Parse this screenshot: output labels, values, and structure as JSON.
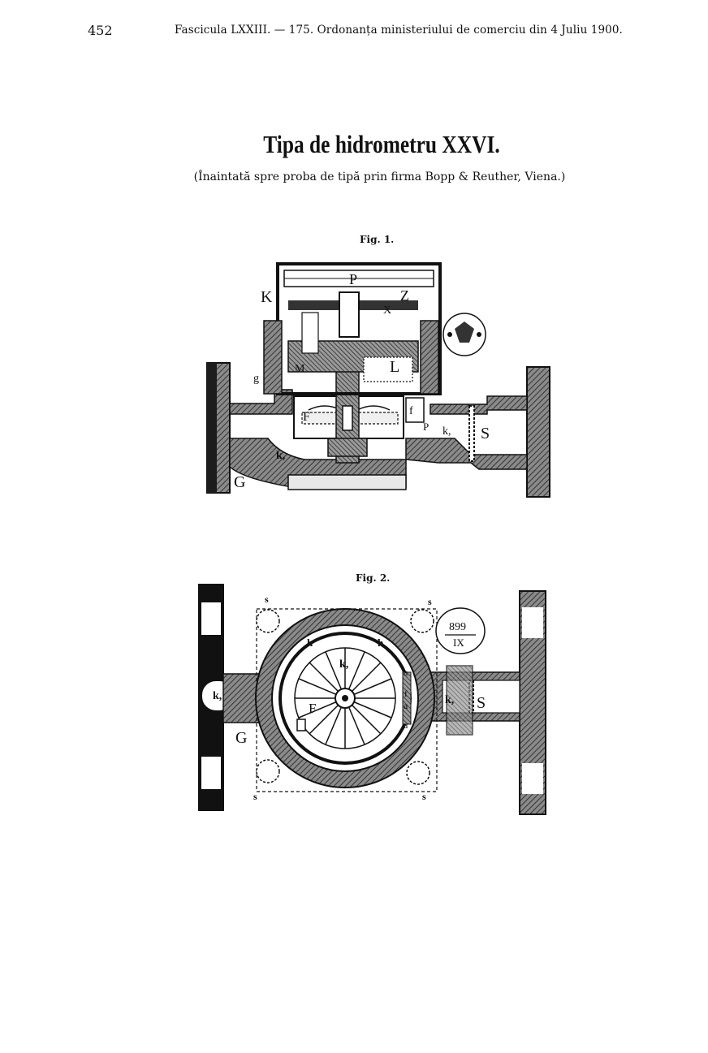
{
  "header": {
    "page_number": "452",
    "running_head": "Fascicula LXXIII. — 175. Ordonanța ministeriului de comerciu din 4 Juliu 1900."
  },
  "title": "Tipa de hidrometru XXVI.",
  "subtitle": "(Înaintată spre proba de tipă prin firma Bopp & Reuther, Viena.)",
  "figures": [
    {
      "label": "Fig. 1.",
      "letters": {
        "K": "K",
        "P": "P",
        "Z": "Z",
        "X": "X",
        "L": "L",
        "M": "M",
        "g": "g",
        "F": "F",
        "f": "f",
        "p": "P",
        "k1": "k,",
        "k2": "k,",
        "S": "S",
        "G": "G"
      }
    },
    {
      "label": "Fig. 2.",
      "stamp_top": "899",
      "stamp_bottom": "IX",
      "letters": {
        "s1": "s",
        "s2": "s",
        "s3": "s",
        "s4": "s",
        "h1": "h",
        "h2": "h",
        "k_inner": "k,",
        "k_left": "k,",
        "k_right": "k,",
        "F": "F",
        "G": "G",
        "S": "S",
        "a1": "a",
        "a2": "a",
        "a3": "a",
        "f": "f"
      }
    }
  ]
}
